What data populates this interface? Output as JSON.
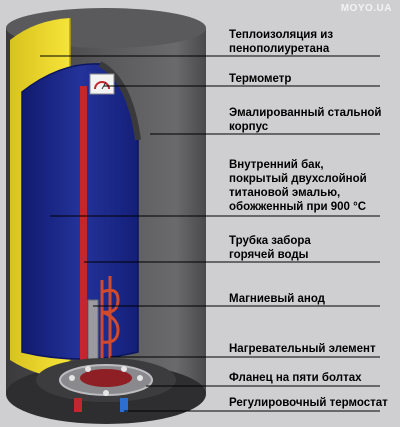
{
  "watermark": "MOYO.UA",
  "labels": [
    {
      "id": "insulation",
      "text": "Теплоизоляция из\nпенополиуретана"
    },
    {
      "id": "thermometer",
      "text": "Термометр"
    },
    {
      "id": "steel-body",
      "text": "Эмалированный стальной\nкорпус"
    },
    {
      "id": "inner-tank",
      "text": "Внутренний бак,\nпокрытый двухслойной\nтитановой эмалью,\nобожженный при 900 °C"
    },
    {
      "id": "hot-water-pipe",
      "text": "Трубка забора\nгорячей воды"
    },
    {
      "id": "magnesium-anode",
      "text": "Магниевый анод"
    },
    {
      "id": "heating-element",
      "text": "Нагревательный элемент"
    },
    {
      "id": "flange",
      "text": "Фланец на пяти болтах"
    },
    {
      "id": "thermostat",
      "text": "Регулировочный термостат"
    }
  ],
  "colors": {
    "background": "#cfcfd1",
    "body": "#4a4a4c",
    "insulation": "#f0dc2a",
    "tank": "#1d2a8c",
    "leader": "#000000"
  }
}
